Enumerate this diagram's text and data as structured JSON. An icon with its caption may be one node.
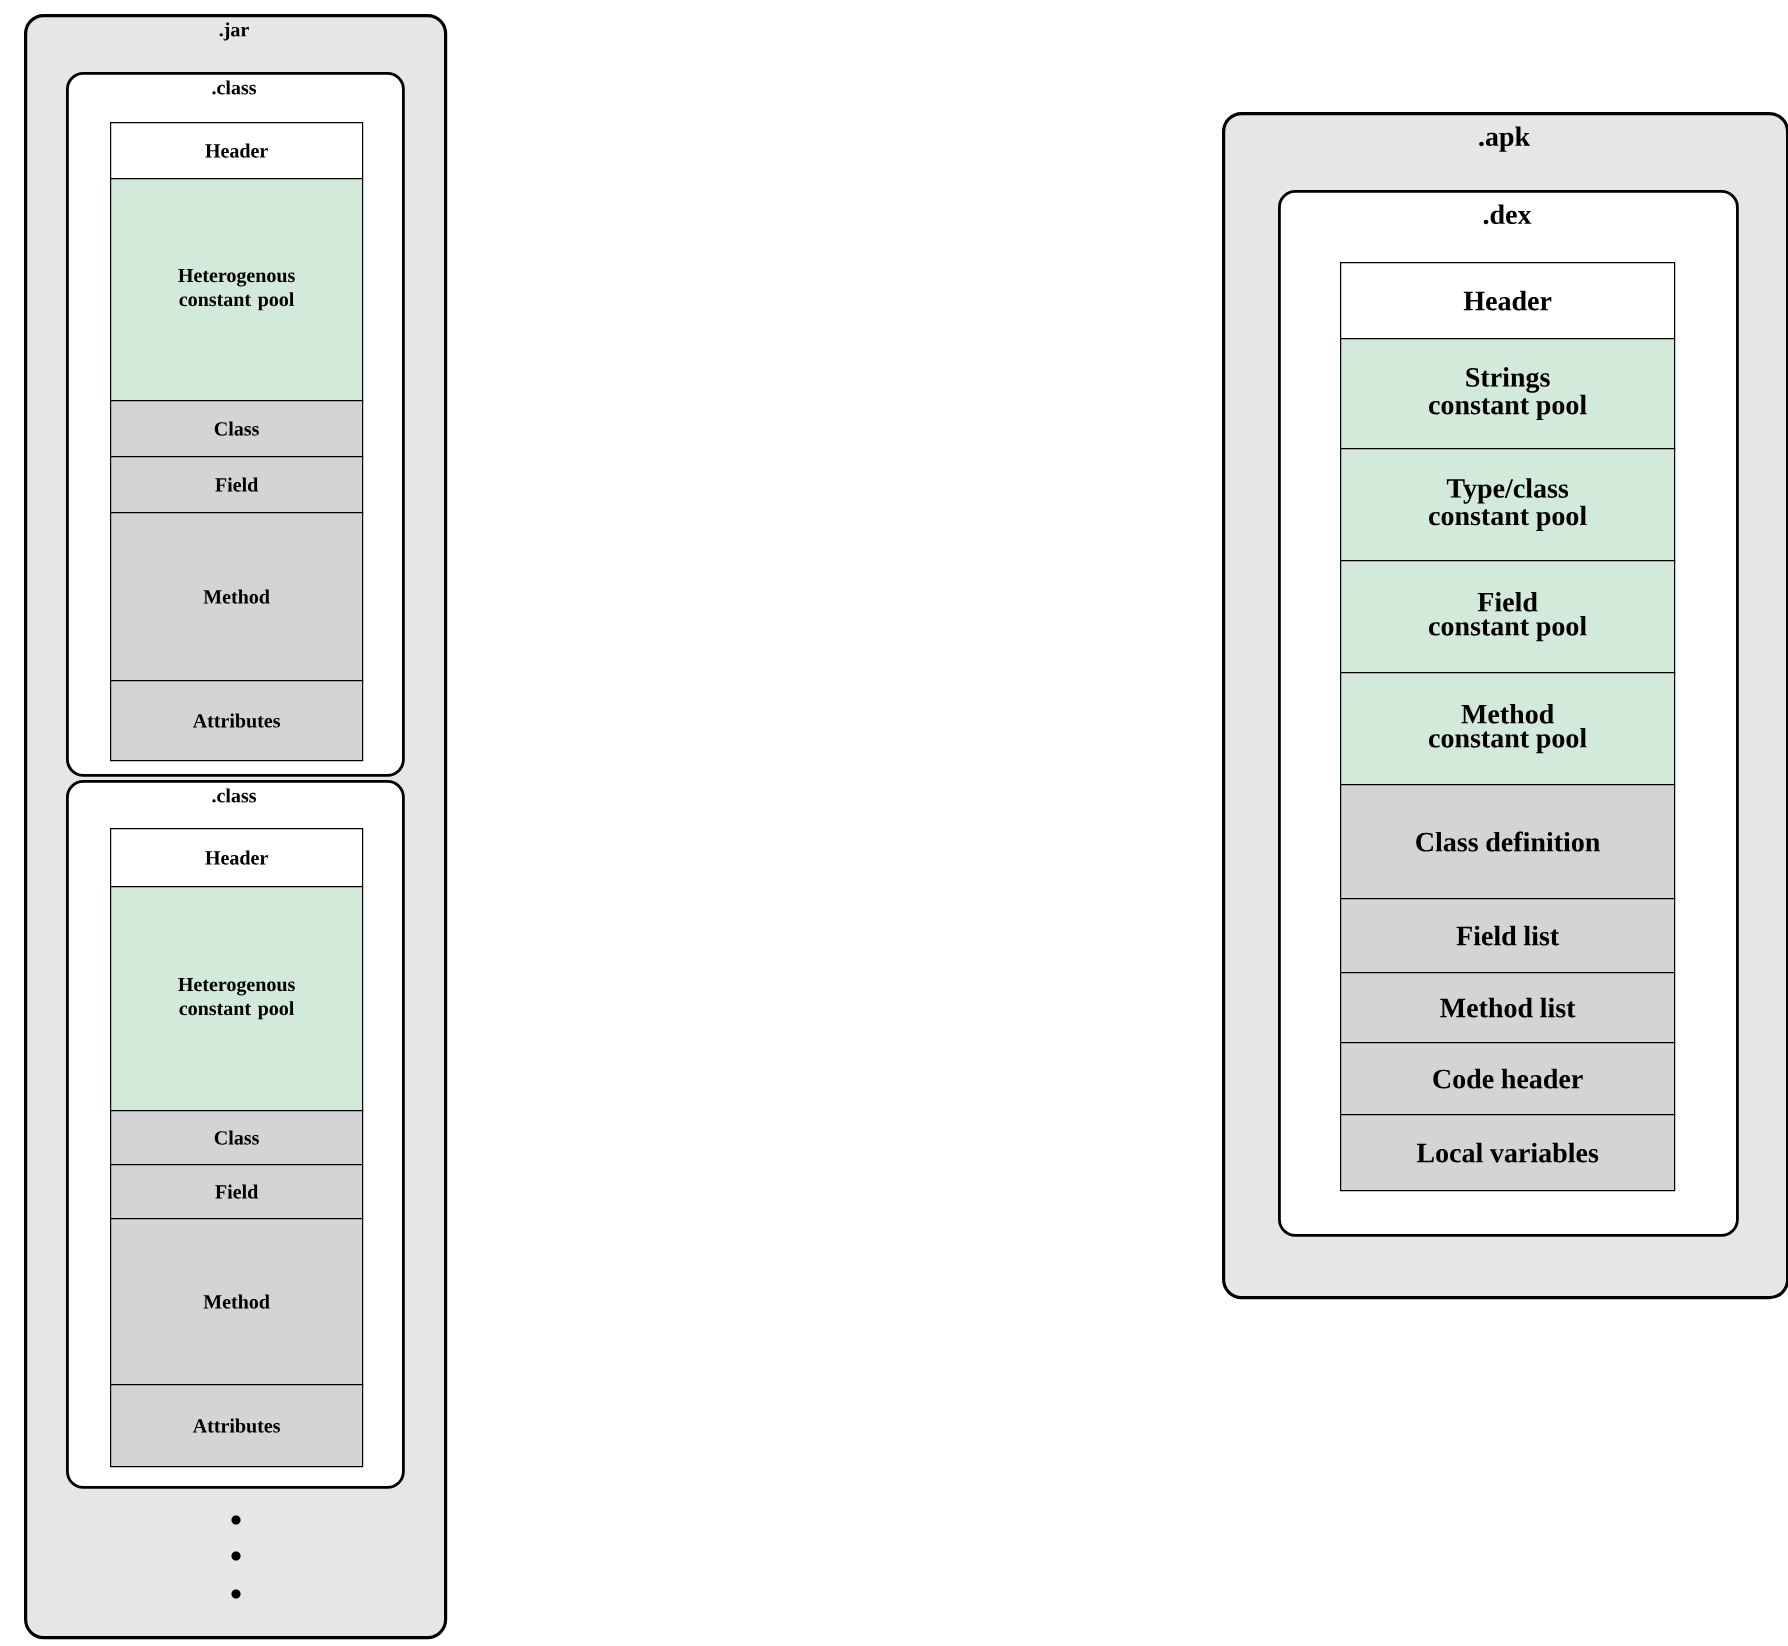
{
  "diagram": {
    "nodes": [
      {
        "text": [
          ".jar"
        ]
      },
      {
        "text": [
          ".class"
        ],
        "in": 0
      },
      {
        "text": [
          "Header"
        ],
        "in": 1
      },
      {
        "text": [
          "Heterogenous constant pool"
        ],
        "in": 1
      },
      {
        "text": [
          "Class"
        ],
        "in": 1
      },
      {
        "text": [
          "Field"
        ],
        "in": 1
      },
      {
        "text": [
          "Method"
        ],
        "in": 1
      },
      {
        "text": [
          "Attributes"
        ],
        "in": 1
      },
      {
        "text": [
          ".class"
        ],
        "in": 0
      },
      {
        "text": [
          "Header"
        ],
        "in": 8
      },
      {
        "text": [
          "Heterogenous constant pool"
        ],
        "in": 8
      },
      {
        "text": [
          "Class"
        ],
        "in": 8
      },
      {
        "text": [
          "Field"
        ],
        "in": 8
      },
      {
        "text": [
          "Method"
        ],
        "in": 8
      },
      {
        "text": [
          "Attributes"
        ],
        "in": 8
      },
      {
        "text": [
          ".apk"
        ]
      },
      {
        "text": [
          ".dex"
        ],
        "in": 15
      },
      {
        "text": [
          "Header"
        ],
        "in": 16
      },
      {
        "text": [
          "Strings constant pool"
        ],
        "in": 16
      },
      {
        "text": [
          "Type/class constant pool"
        ],
        "in": 16
      },
      {
        "text": [
          "Field constant pool"
        ],
        "in": 16
      },
      {
        "text": [
          "Method constant pool"
        ],
        "in": 16
      },
      {
        "text": [
          "Class definition"
        ],
        "in": 16
      },
      {
        "text": [
          "Field list"
        ],
        "in": 16
      },
      {
        "text": [
          "Method list"
        ],
        "in": 16
      },
      {
        "text": [
          "Code header"
        ],
        "in": 16
      },
      {
        "text": [
          "Local variables"
        ],
        "in": 16
      }
    ]
  }
}
